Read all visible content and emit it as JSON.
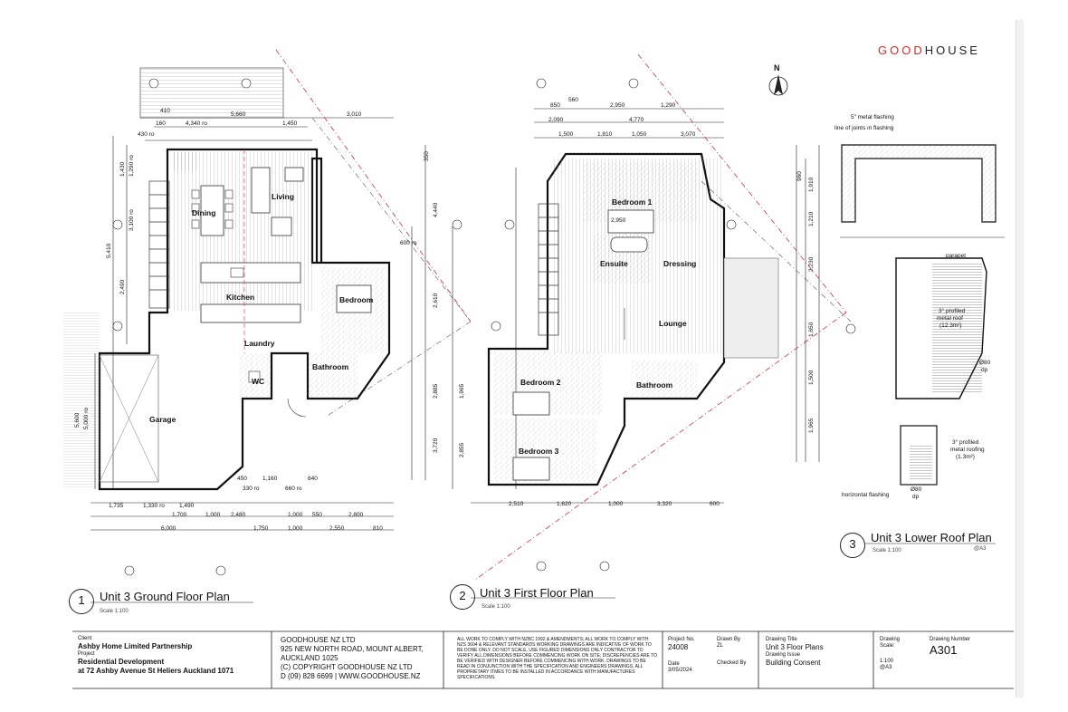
{
  "brand": {
    "part1": "GOOD",
    "part2": "HOUSE"
  },
  "plans": {
    "ground": {
      "num": "1",
      "title": "Unit 3 Ground Floor Plan",
      "scale": "Scale 1:100"
    },
    "first": {
      "num": "2",
      "title": "Unit 3 First Floor Plan",
      "scale": "Scale 1:100"
    },
    "roof": {
      "num": "3",
      "title": "Unit 3 Lower Roof Plan",
      "scale": "Scale 1:100",
      "sheet": "@A3"
    }
  },
  "rooms": {
    "dining": "Dining",
    "living": "Living",
    "kitchen": "Kitchen",
    "bedroom": "Bedroom",
    "laundry": "Laundry",
    "bathroom": "Bathroom",
    "wc": "WC",
    "garage": "Garage",
    "bedroom1": "Bedroom 1",
    "ensuite": "Ensuite",
    "dressing": "Dressing",
    "lounge": "Lounge",
    "bedroom2": "Bedroom 2",
    "bedroom3": "Bedroom 3",
    "bathroom2": "Bathroom"
  },
  "roof_notes": {
    "flashing": "5\" metal flashing",
    "joints": "line of joints in flashing",
    "parapet": "parapet",
    "profiled1a": "3° profiled",
    "profiled1b": "metal roof",
    "profiled1c": "(12.3m²)",
    "profiled2a": "3° profiled",
    "profiled2b": "metal roofing",
    "profiled2c": "(1.3m²)",
    "dp1a": "Ø80",
    "dp1b": "dp",
    "dp2a": "Ø80",
    "dp2b": "dp",
    "horizontal": "horizontal flashing"
  },
  "title_block": {
    "client_label": "Client",
    "client": "Ashby Home Limited Partnership",
    "project_label": "Project",
    "project_line1": "Residential Development",
    "project_line2": "at 72 Ashby Avenue St Heliers Auckland 1071",
    "firm_line1": "GOODHOUSE NZ LTD",
    "firm_line2": "925 NEW NORTH ROAD, MOUNT ALBERT,",
    "firm_line3": "AUCKLAND 1025",
    "firm_line4": "(C) COPYRIGHT GOODHOUSE NZ LTD",
    "firm_line5": "D (09) 828 6699 | WWW.GOODHOUSE.NZ",
    "notes": "ALL WORK TO COMPLY WITH NZBC 1992 & AMENDMENTS; ALL WORK TO COMPLY WITH NZS 3604 & RELEVANT STANDARDS WORKING DRAWINGS ARE INDICATIVE OF WORK TO BE DONE ONLY. DO NOT SCALE, USE FIGURED DIMENSIONS ONLY CONTRACTOR TO VERIFY ALL DIMENSIONS BEFORE COMMENCING WORK ON SITE; DISCREPENCIES ARE TO BE VERIFIED WITH DESIGNER BEFORE COMMENCING WITH WORK. DRAWINGS TO BE READ IN CONJUNCTION WITH THE SPECIFICATION AND ENGINEERS DRAWINGS. ALL PROPRIETARY ITMES TO BE INSTALLED IN ACCORDANCE WITH MANUFACTURES SPECIFICATIONS.",
    "project_no_label": "Project No.",
    "project_no": "24008",
    "date_label": "Date",
    "date": "3/05/2024",
    "drawn_by_label": "Drawn By",
    "drawn_by": "ZL",
    "checked_by_label": "Checked By",
    "drawing_title_label": "Drawing Title",
    "drawing_title": "Unit 3 Floor Plans",
    "drawing_issue_label": "Drawing Issue",
    "drawing_issue": "Building Consent",
    "drawing_label": "Drawing",
    "scale_label": "Scale:",
    "scale_value": "1:100",
    "scale_sheet": "@A3",
    "drawing_number_label": "Drawing Number",
    "drawing_number": "A301"
  },
  "dims": {
    "g_top1": "5,660",
    "g_top2": "4,340 ro",
    "g_top3": "1,450",
    "g_top4": "3,010",
    "g_top5": "410",
    "g_top6": "160",
    "g_top7": "430 ro",
    "g_left1": "1,430",
    "g_left2": "1,290 ro",
    "g_left3": "3,100 ro",
    "g_left4": "5,410",
    "g_left5": "2,490",
    "g_left6": "5,600",
    "g_left7": "5,000 ro",
    "g_mid1": "4,440",
    "g_mid2": "2,610",
    "g_mid3": "2,885",
    "g_mid4": "3,720",
    "g_mid5": "350",
    "g_bot1": "1,735",
    "g_bot2": "1,330 ro",
    "g_bot3": "1,490",
    "g_bot4": "1,700",
    "g_bot5": "1,000",
    "g_bot6": "2,480",
    "g_bot7": "1,000",
    "g_bot8": "550",
    "g_bot9": "2,800",
    "g_bot10": "6,000",
    "g_bot11": "1,750",
    "g_bot12": "1,000",
    "g_bot13": "2,550",
    "g_bot14": "810",
    "g_mid6": "450",
    "g_mid7": "1,160",
    "g_mid8": "840",
    "g_mid9": "330 ro",
    "g_mid10": "660 ro",
    "g_mid11": "600 ro",
    "f_top1": "2,950",
    "f_top2": "1,290",
    "f_top3": "2,090",
    "f_top4": "4,770",
    "f_top5": "1,500",
    "f_top6": "1,810",
    "f_top7": "1,050",
    "f_top8": "3,070",
    "f_top9": "850",
    "f_top10": "560",
    "f_mid1": "2,950",
    "f_bot1": "2,510",
    "f_bot2": "1,620",
    "f_bot3": "1,000",
    "f_bot4": "3,320",
    "f_bot5": "600",
    "f_left1": "2,855",
    "f_left2": "1,965",
    "r_right1": "960",
    "r_right2": "1,910",
    "r_right3": "1,210",
    "r_right4": "2,230",
    "r_right5": "1,650",
    "r_right6": "1,500",
    "r_right7": "1,965"
  }
}
